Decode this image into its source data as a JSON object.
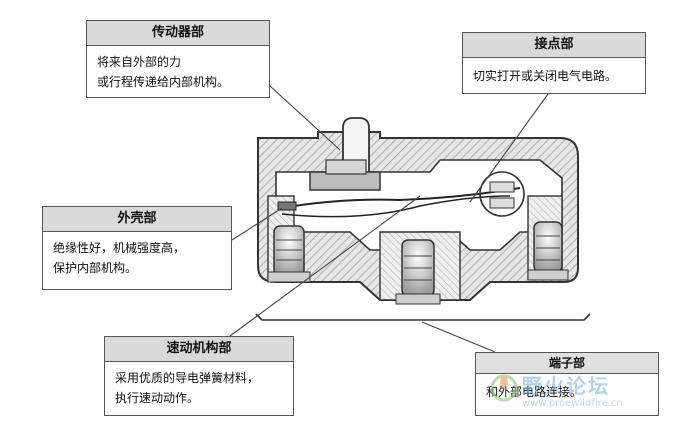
{
  "callouts": {
    "actuator": {
      "title": "传动器部",
      "line1": "将来自外部的力",
      "line2": "或行程传递给内部机构。"
    },
    "contact": {
      "title": "接点部",
      "line1": "切实打开或关闭电气电路。"
    },
    "case": {
      "title": "外壳部",
      "line1": "绝缘性好，机械强度高，",
      "line2": "保护内部机构。"
    },
    "snap": {
      "title": "速动机构部",
      "line1": "采用优质的导电弹簧材料，",
      "line2": "执行速动动作。"
    },
    "terminal": {
      "title": "端子部",
      "line1": "和外部电路连接。"
    }
  },
  "watermark": {
    "text": "野火论坛",
    "url": "www.proewildfire.cn"
  },
  "colors": {
    "box_border": "#555555",
    "box_header": "#d9d9d9",
    "hatch": "#9a9a9a",
    "watermark": "#6fb0e0"
  }
}
